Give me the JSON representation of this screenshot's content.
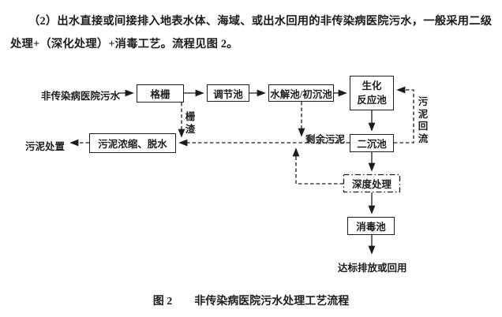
{
  "document": {
    "paragraph": {
      "line1": "（2）出水直接或间接排入地表水体、海域、或出水回用的非传染病医院污水，一般采用二级",
      "line2": "处理+（深化处理）+消毒工艺。流程见图 2。"
    },
    "figure_caption": "图 2　　非传染病医院污水处理工艺流程"
  },
  "diagram": {
    "source_label": "非传染病医院污水",
    "boxes": {
      "grille": "格栅",
      "regulating_tank": "调节池",
      "hydrolysis_tank": "水解池/初沉池",
      "biochemical_line1": "生化",
      "biochemical_line2": "反应池",
      "secondary_sedimentation": "二沉池",
      "advanced_treatment": "深度处理",
      "disinfection_tank": "消毒池",
      "sludge_dewatering": "污泥浓缩、脱水"
    },
    "flow_labels": {
      "screenings": "栅渣",
      "excess_sludge": "剩余污泥",
      "sludge_return": "污泥回流",
      "sludge_disposal": "污泥处置",
      "final_outcome": "达标排放或回用"
    },
    "colors": {
      "line": "#1c1c1c",
      "text": "#1c1c1c",
      "background": "#ffffff"
    }
  }
}
